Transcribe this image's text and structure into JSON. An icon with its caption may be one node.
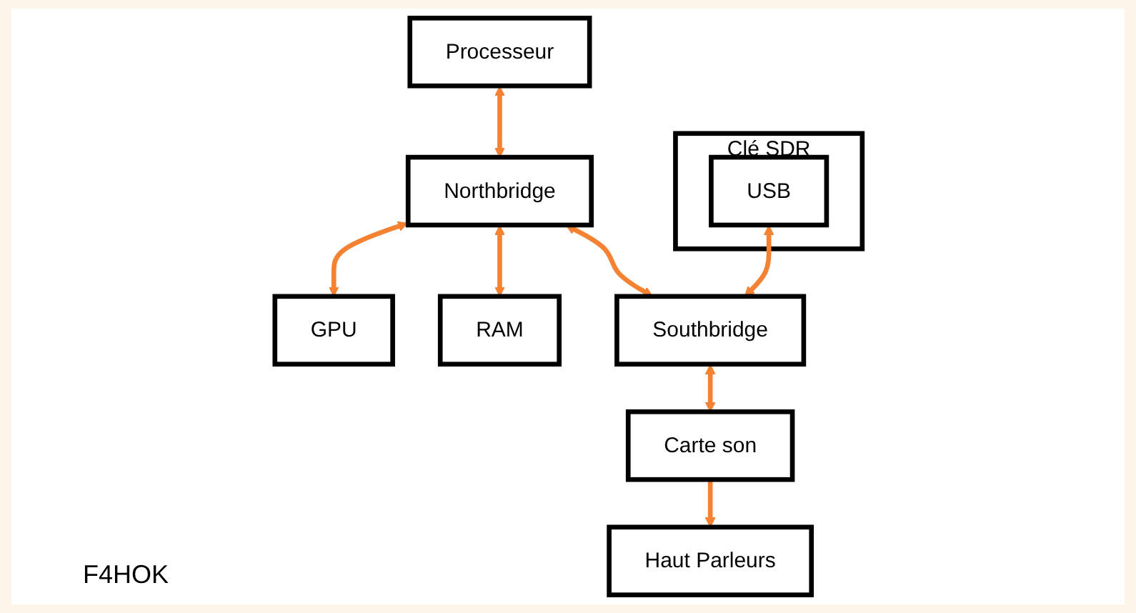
{
  "diagram": {
    "nodes": [
      {
        "text": [
          "Processeur"
        ]
      },
      {
        "text": [
          "GPU"
        ]
      },
      {
        "text": [
          "Northbridge"
        ]
      },
      {
        "text": [
          "RAM"
        ]
      },
      {
        "text": [
          "Clé SDR"
        ]
      },
      {
        "text": [
          "USB"
        ],
        "in": 4
      },
      {
        "text": [
          "Southbridge"
        ]
      },
      {
        "text": [
          "Carte son"
        ]
      },
      {
        "text": [
          "Haut Parleurs"
        ]
      }
    ],
    "edges": [
      {
        "from": 0,
        "to": 2,
        "arrow": "both"
      },
      {
        "from": 2,
        "to": 1,
        "arrow": "both"
      },
      {
        "from": 2,
        "to": 3,
        "arrow": "both"
      },
      {
        "from": 2,
        "to": 6,
        "arrow": "both"
      },
      {
        "from": 5,
        "to": 6,
        "arrow": "both"
      },
      {
        "from": 6,
        "to": 7,
        "arrow": "both"
      },
      {
        "from": 7,
        "to": 8,
        "arrow": "to"
      }
    ],
    "labels": [
      "F4HOK"
    ]
  }
}
